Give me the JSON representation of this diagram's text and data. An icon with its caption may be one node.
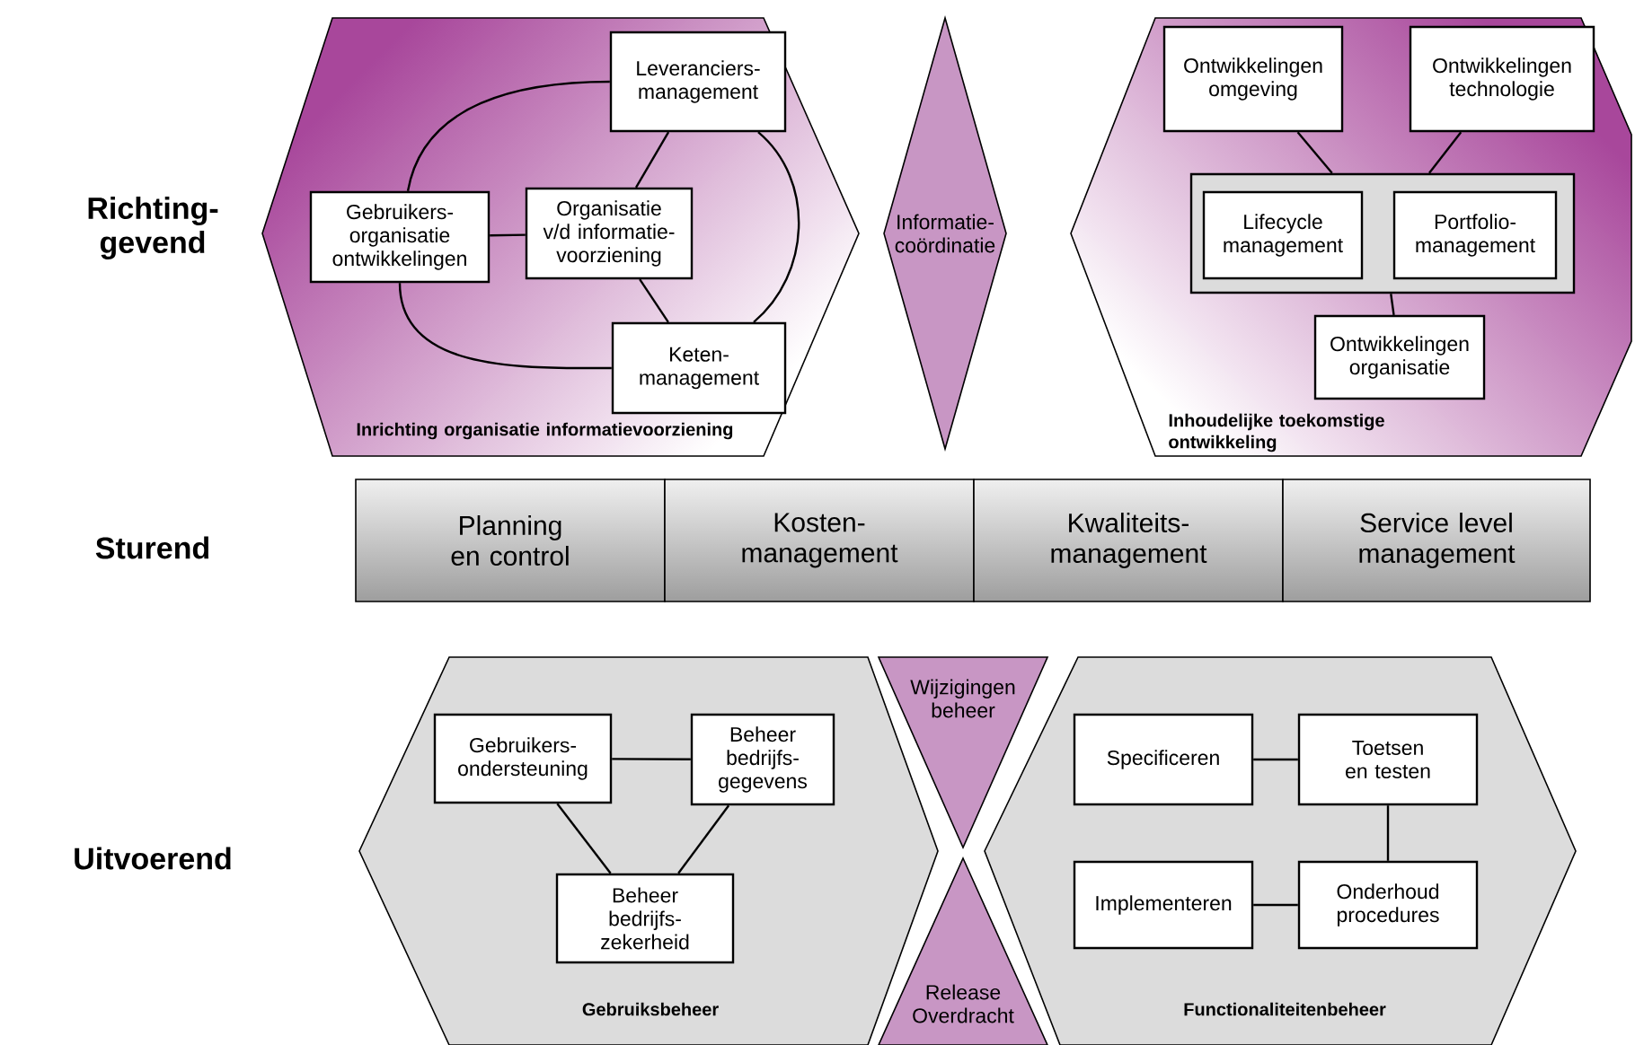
{
  "diagram": {
    "nodes": [
      {
        "text": [
          "Inrichting organisatie informatievoorziening"
        ]
      },
      {
        "text": [
          "Leveranciers- management"
        ],
        "in": 0
      },
      {
        "text": [
          "Gebruikers- organisatie ontwikkelingen"
        ],
        "in": 0
      },
      {
        "text": [
          "Organisatie v/d informatie- voorziening"
        ],
        "in": 0
      },
      {
        "text": [
          "Keten- management"
        ],
        "in": 0
      },
      {
        "text": [
          "Informatie- coördinatie"
        ]
      },
      {
        "text": [
          "Inhoudelijke toekomstige ontwikkeling"
        ]
      },
      {
        "text": [
          "Ontwikkelingen omgeving"
        ],
        "in": 6
      },
      {
        "text": [
          "Ontwikkelingen technologie"
        ],
        "in": 6
      },
      {
        "text": [],
        "shape": "box",
        "in": 6
      },
      {
        "text": [
          "Lifecycle management"
        ],
        "in": 9
      },
      {
        "text": [
          "Portfolio- management"
        ],
        "in": 9
      },
      {
        "text": [
          "Ontwikkelingen organisatie"
        ],
        "in": 6
      },
      {
        "text": [
          "Planning en control"
        ]
      },
      {
        "text": [
          "Kosten- management"
        ]
      },
      {
        "text": [
          "Kwaliteits- management"
        ]
      },
      {
        "text": [
          "Service level management"
        ]
      },
      {
        "text": [
          "Gebruiksbeheer"
        ]
      },
      {
        "text": [
          "Gebruikers- ondersteuning"
        ],
        "in": 17
      },
      {
        "text": [
          "Beheer bedrijfs- gegevens"
        ],
        "in": 17
      },
      {
        "text": [
          "Beheer bedrijfs- zekerheid"
        ],
        "in": 17
      },
      {
        "text": [
          "Wijzigingen beheer"
        ]
      },
      {
        "text": [
          "Release Overdracht"
        ]
      },
      {
        "text": [
          "Functionaliteitenbeheer"
        ]
      },
      {
        "text": [
          "Specificeren"
        ],
        "in": 23
      },
      {
        "text": [
          "Toetsen en testen"
        ],
        "in": 23
      },
      {
        "text": [
          "Implementeren"
        ],
        "in": 23
      },
      {
        "text": [
          "Onderhoud procedures"
        ],
        "in": 23
      }
    ],
    "edges": [
      {
        "from": 2,
        "to": 1,
        "arrow": "none"
      },
      {
        "from": 1,
        "to": 4,
        "arrow": "none"
      },
      {
        "from": 4,
        "to": 2,
        "arrow": "none"
      },
      {
        "from": 2,
        "to": 3,
        "arrow": "none"
      },
      {
        "from": 3,
        "to": 1,
        "arrow": "none"
      },
      {
        "from": 3,
        "to": 4,
        "arrow": "none"
      },
      {
        "from": 7,
        "to": 9,
        "arrow": "none"
      },
      {
        "from": 8,
        "to": 9,
        "arrow": "none"
      },
      {
        "from": 9,
        "to": 12,
        "arrow": "none"
      },
      {
        "from": 18,
        "to": 19,
        "arrow": "none"
      },
      {
        "from": 18,
        "to": 20,
        "arrow": "none"
      },
      {
        "from": 19,
        "to": 20,
        "arrow": "none"
      },
      {
        "from": 24,
        "to": 25,
        "arrow": "none"
      },
      {
        "from": 25,
        "to": 27,
        "arrow": "none"
      },
      {
        "from": 26,
        "to": 27,
        "arrow": "none"
      }
    ],
    "labels": [
      "Richting- gevend",
      "Sturend",
      "Uitvoerend"
    ]
  }
}
